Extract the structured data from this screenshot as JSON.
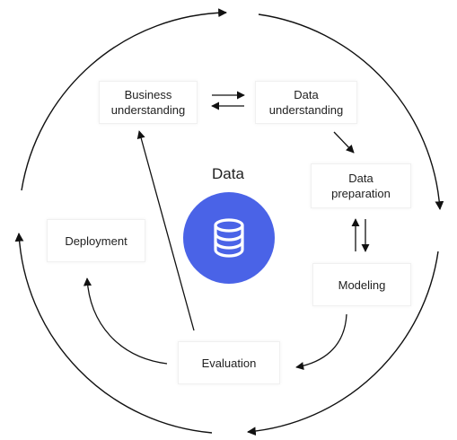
{
  "colors": {
    "accent": "#4a63e7",
    "stroke": "#111111"
  },
  "center": {
    "title": "Data",
    "icon": "database-icon"
  },
  "nodes": {
    "business": "Business\nunderstanding",
    "data_understanding": "Data\nunderstanding",
    "data_preparation": "Data\npreparation",
    "modeling": "Modeling",
    "evaluation": "Evaluation",
    "deployment": "Deployment"
  }
}
